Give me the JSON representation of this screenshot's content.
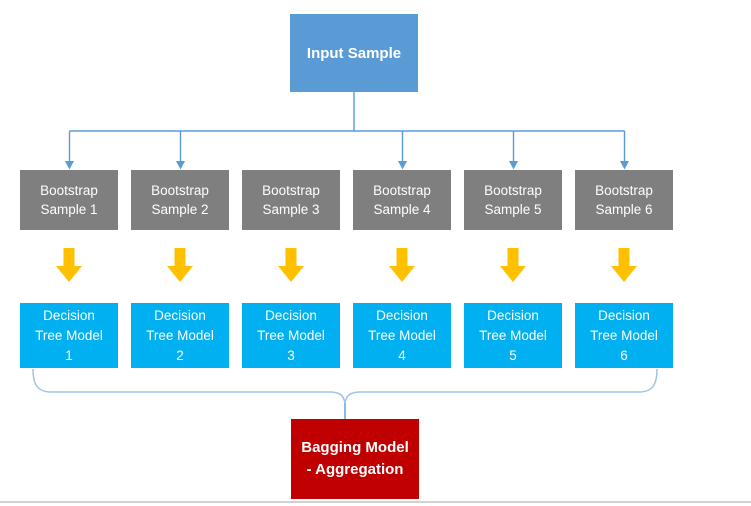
{
  "diagram": {
    "title_box": {
      "label": "Input Sample"
    },
    "bootstrap_samples": [
      {
        "label": "Bootstrap\nSample 1"
      },
      {
        "label": "Bootstrap\nSample 2"
      },
      {
        "label": "Bootstrap\nSample 3"
      },
      {
        "label": "Bootstrap\nSample 4"
      },
      {
        "label": "Bootstrap\nSample 5"
      },
      {
        "label": "Bootstrap\nSample 6"
      }
    ],
    "tree_models": [
      {
        "label": "Decision\nTree Model\n1"
      },
      {
        "label": "Decision\nTree Model\n2"
      },
      {
        "label": "Decision\nTree Model\n3"
      },
      {
        "label": "Decision\nTree Model\n4"
      },
      {
        "label": "Decision\nTree Model\n5"
      },
      {
        "label": "Decision\nTree Model\n6"
      }
    ],
    "aggregate_box": {
      "label": "Bagging Model\n- Aggregation"
    }
  },
  "colors": {
    "input_box": "#5b9bd5",
    "bootstrap_box": "#7f7f7f",
    "tree_box": "#00b0f0",
    "arrow": "#ffc000",
    "aggregate_box": "#c00000",
    "connector": "#5b9bd5",
    "brace": "#9dc3e6",
    "page_edge": "#d2d2d2"
  }
}
